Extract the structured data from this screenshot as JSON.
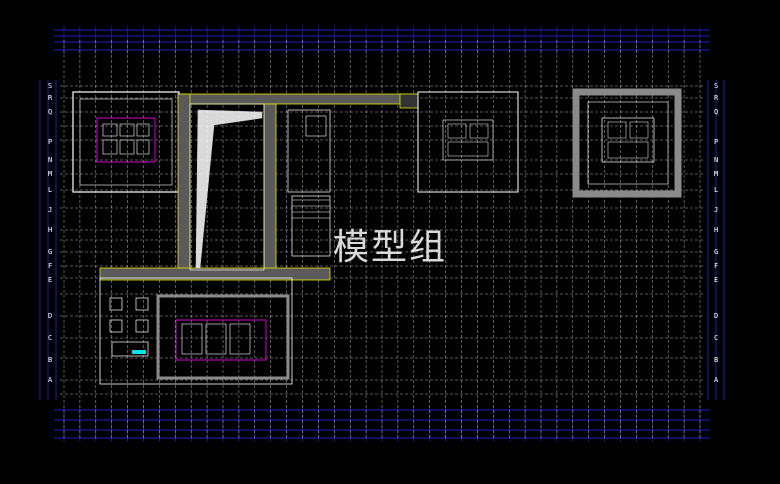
{
  "watermark": "模型组",
  "colors": {
    "background": "#000000",
    "grid_line": "#ffffff",
    "dimension_line": "#2d2dff",
    "hatch_yellow": "#e6e600",
    "room_magenta": "#d000d0",
    "dim_text_yellow": "#e8e800",
    "label_white": "#ffffff",
    "cyan_accent": "#00e5e5"
  },
  "row_axis_labels_left": [
    "S",
    "R",
    "Q",
    "P",
    "N",
    "M",
    "L",
    "J",
    "H",
    "G",
    "F",
    "E",
    "D",
    "C",
    "B",
    "A"
  ],
  "row_axis_labels_right": [
    "S",
    "R",
    "Q",
    "P",
    "N",
    "M",
    "L",
    "J",
    "H",
    "G",
    "F",
    "E",
    "D",
    "C",
    "B",
    "A"
  ],
  "drawing_elements": {
    "top_left_core_plan": "core-plan",
    "l_shaped_hatched_band": "hatched-band",
    "central_atrium_void": "atrium-void",
    "stair_block": "stair-block",
    "middle_right_core_plan": "core-plan",
    "right_core_plan": "core-plan",
    "bottom_left_core_plan": "core-plan",
    "bottom_left_stair_cores": "stair-cores"
  }
}
